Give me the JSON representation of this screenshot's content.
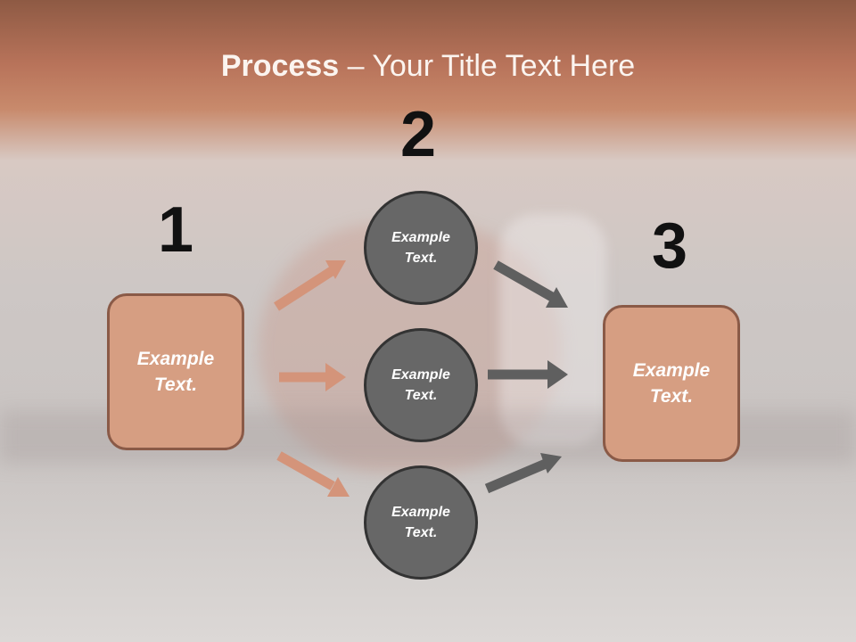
{
  "title": {
    "bold": "Process",
    "rest": " – Your Title Text Here"
  },
  "steps": {
    "one": "1",
    "two": "2",
    "three": "3"
  },
  "left_box": {
    "text": "Example Text."
  },
  "right_box": {
    "text": "Example Text."
  },
  "circles": [
    {
      "text": "Example Text."
    },
    {
      "text": "Example Text."
    },
    {
      "text": "Example Text."
    }
  ],
  "colors": {
    "accent": "#d69e82",
    "circle": "#676767",
    "arrow_left": "#d4947a",
    "arrow_right": "#5f5f5f"
  }
}
